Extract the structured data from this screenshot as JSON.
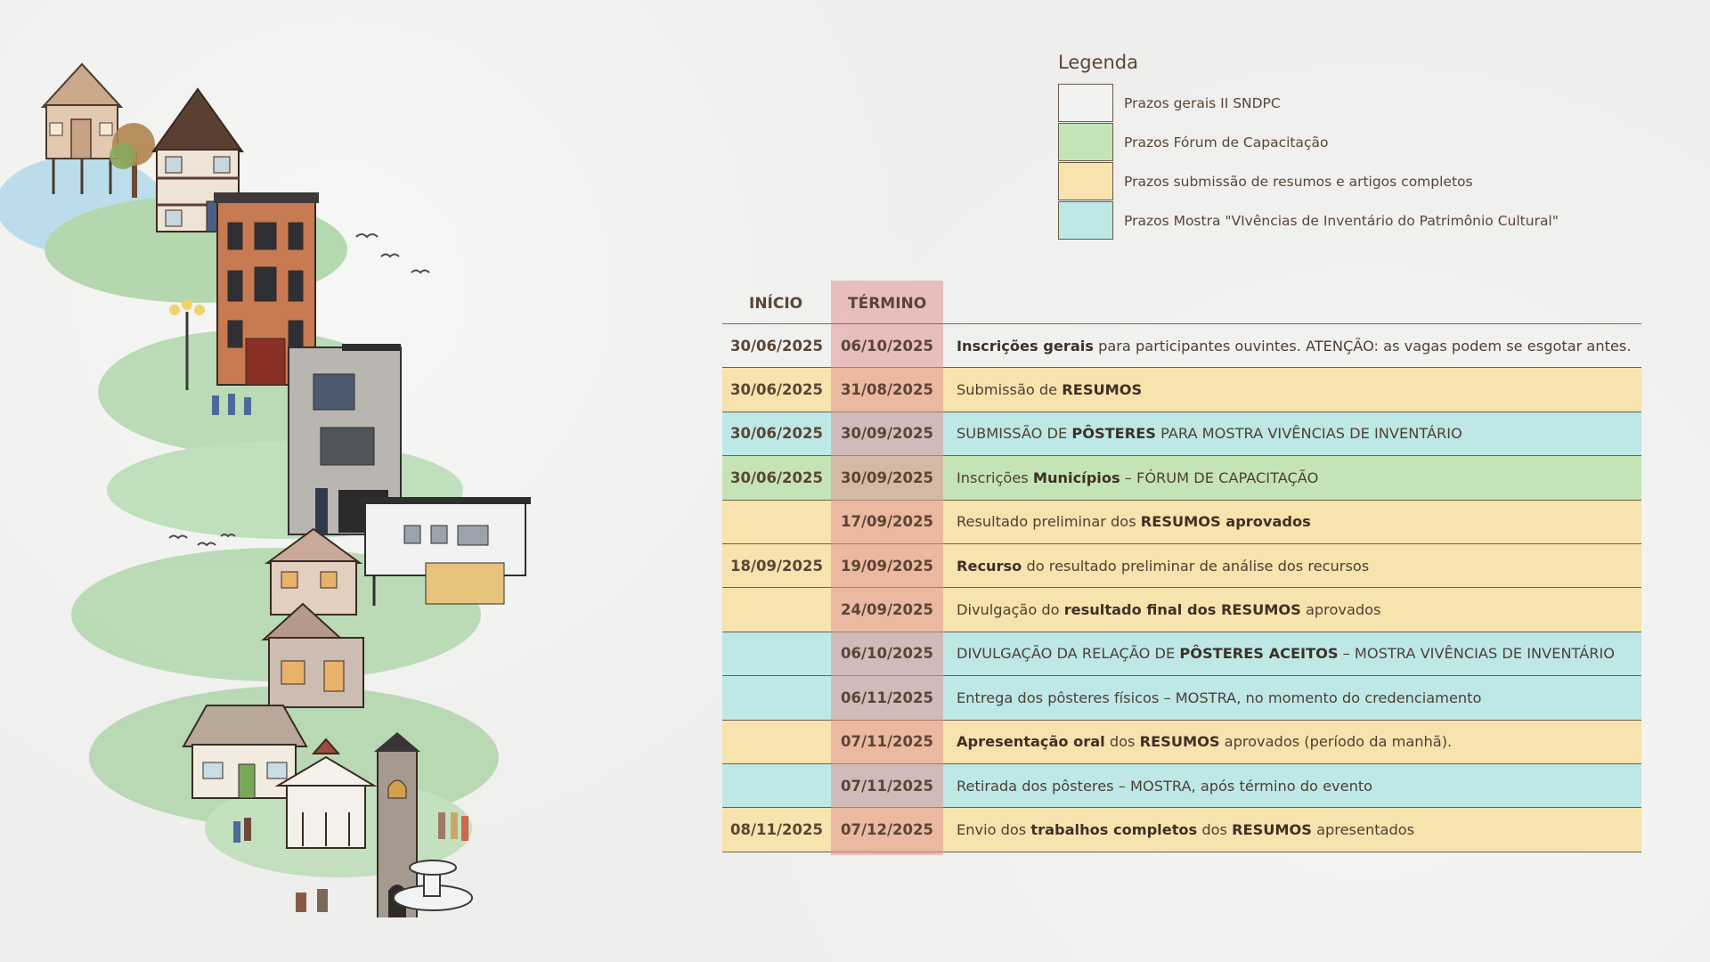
{
  "colors": {
    "general": "#efefed",
    "forum": "#c5e4b6",
    "abstracts": "#f6e3ad",
    "exhibit": "#bde8e6",
    "termino_band": "#e39696",
    "text": "#5a4535"
  },
  "legend": {
    "title": "Legenda",
    "items": [
      {
        "label": "Prazos gerais II SNDPC",
        "color": "#f2f2f0"
      },
      {
        "label": "Prazos Fórum de Capacitação",
        "color": "#c5e4b6"
      },
      {
        "label": "Prazos submissão de resumos e artigos completos",
        "color": "#f6e3ad"
      },
      {
        "label": "Prazos Mostra \"VIvências de Inventário do Patrimônio Cultural\"",
        "color": "#bde8e6"
      }
    ]
  },
  "schedule": {
    "header": {
      "inicio": "INÍCIO",
      "termino": "TÉRMINO"
    },
    "rows": [
      {
        "category": "white",
        "inicio": "30/06/2025",
        "termino": "06/10/2025",
        "parts": [
          {
            "t": "Inscrições gerais",
            "b": true
          },
          {
            "t": " para participantes ouvintes. ATENÇÃO: as vagas podem se esgotar antes.",
            "b": false
          }
        ]
      },
      {
        "category": "yellow",
        "inicio": "30/06/2025",
        "termino": "31/08/2025",
        "parts": [
          {
            "t": "Submissão de ",
            "b": false
          },
          {
            "t": "RESUMOS",
            "b": true
          }
        ]
      },
      {
        "category": "blue",
        "inicio": "30/06/2025",
        "termino": "30/09/2025",
        "parts": [
          {
            "t": "SUBMISSÃO DE ",
            "b": false
          },
          {
            "t": "PÔSTERES",
            "b": true
          },
          {
            "t": " PARA MOSTRA VIVÊNCIAS DE INVENTÁRIO",
            "b": false
          }
        ]
      },
      {
        "category": "green",
        "inicio": "30/06/2025",
        "termino": "30/09/2025",
        "parts": [
          {
            "t": "Inscrições ",
            "b": false
          },
          {
            "t": "Municípios",
            "b": true
          },
          {
            "t": " – FÓRUM DE CAPACITAÇÃO",
            "b": false
          }
        ]
      },
      {
        "category": "yellow",
        "inicio": "",
        "termino": "17/09/2025",
        "parts": [
          {
            "t": "Resultado preliminar dos ",
            "b": false
          },
          {
            "t": "RESUMOS aprovados",
            "b": true
          }
        ]
      },
      {
        "category": "yellow",
        "inicio": "18/09/2025",
        "termino": "19/09/2025",
        "parts": [
          {
            "t": "Recurso",
            "b": true
          },
          {
            "t": " do resultado preliminar de análise dos recursos",
            "b": false
          }
        ]
      },
      {
        "category": "yellow",
        "inicio": "",
        "termino": "24/09/2025",
        "parts": [
          {
            "t": "Divulgação do ",
            "b": false
          },
          {
            "t": "resultado final dos RESUMOS",
            "b": true
          },
          {
            "t": " aprovados",
            "b": false
          }
        ]
      },
      {
        "category": "blue",
        "inicio": "",
        "termino": "06/10/2025",
        "parts": [
          {
            "t": "DIVULGAÇÃO DA RELAÇÃO DE ",
            "b": false
          },
          {
            "t": "PÔSTERES ACEITOS",
            "b": true
          },
          {
            "t": " – MOSTRA VIVÊNCIAS DE INVENTÁRIO",
            "b": false
          }
        ]
      },
      {
        "category": "blue",
        "inicio": "",
        "termino": "06/11/2025",
        "parts": [
          {
            "t": "Entrega dos pôsteres físicos – MOSTRA, no momento do credenciamento",
            "b": false
          }
        ]
      },
      {
        "category": "yellow",
        "inicio": "",
        "termino": "07/11/2025",
        "parts": [
          {
            "t": "Apresentação oral",
            "b": true
          },
          {
            "t": " dos ",
            "b": false
          },
          {
            "t": "RESUMOS",
            "b": true
          },
          {
            "t": " aprovados (período da manhã).",
            "b": false
          }
        ]
      },
      {
        "category": "blue",
        "inicio": "",
        "termino": "07/11/2025",
        "parts": [
          {
            "t": "Retirada dos pôsteres – MOSTRA, após término do evento",
            "b": false
          }
        ]
      },
      {
        "category": "yellow",
        "inicio": "08/11/2025",
        "termino": "07/12/2025",
        "parts": [
          {
            "t": "Envio dos ",
            "b": false
          },
          {
            "t": "trabalhos completos",
            "b": true
          },
          {
            "t": " dos ",
            "b": false
          },
          {
            "t": "RESUMOS",
            "b": true
          },
          {
            "t": " apresentados",
            "b": false
          }
        ]
      }
    ]
  }
}
